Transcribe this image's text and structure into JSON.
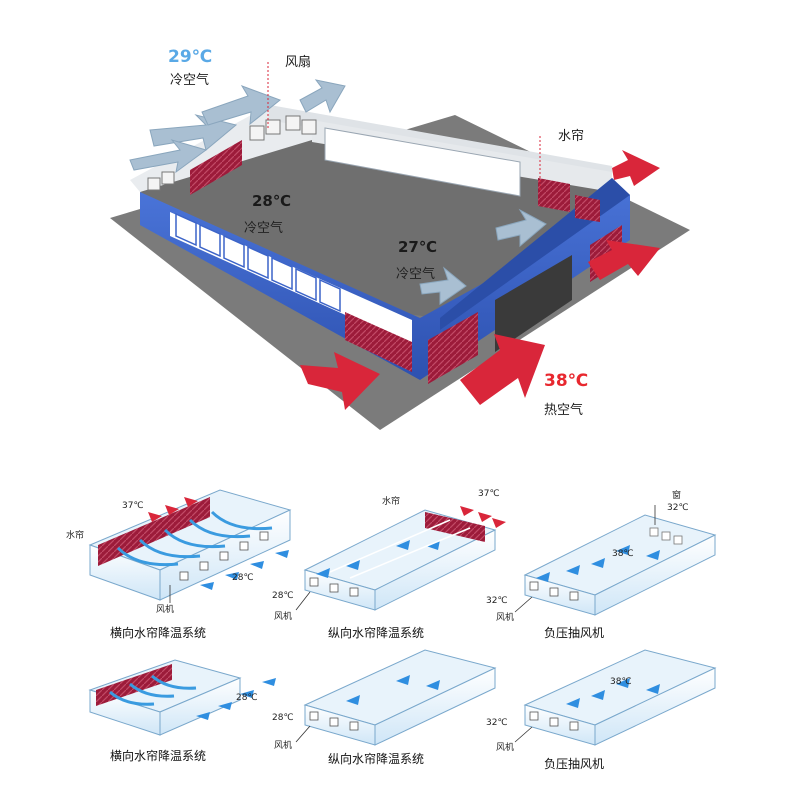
{
  "main_diagram": {
    "outside_cold": {
      "temp": "29℃",
      "label": "冷空气"
    },
    "fan_label": "风扇",
    "curtain_label": "水帘",
    "inside_left": {
      "temp": "28℃",
      "label": "冷空气"
    },
    "inside_right": {
      "temp": "27℃",
      "label": "冷空气"
    },
    "outside_hot": {
      "temp": "38℃",
      "label": "热空气"
    }
  },
  "systems": [
    {
      "caption": "横向水帘降温系统",
      "curtain": "水帘",
      "hot_temp": "37℃",
      "cold_temp": "28℃",
      "fan": "风机"
    },
    {
      "caption": "纵向水帘降温系统",
      "curtain": "水帘",
      "hot_temp": "37℃",
      "cold_temp": "28℃",
      "fan": "风机"
    },
    {
      "caption": "负压抽风机",
      "window": "窗",
      "window_temp": "32℃",
      "inside_temp": "38℃",
      "cold_temp": "32℃",
      "fan": "风机"
    },
    {
      "caption": "横向水帘降温系统",
      "cold_temp": "28℃"
    },
    {
      "caption": "纵向水帘降温系统",
      "cold_temp": "28℃",
      "fan": "风机"
    },
    {
      "caption": "负压抽风机",
      "inside_temp": "38℃",
      "cold_temp": "32℃",
      "fan": "风机"
    }
  ],
  "colors": {
    "wall_blue": "#3c64c8",
    "roof_gray": "#6e6e6e",
    "hot_arrow": "#d9263a",
    "cold_arrow": "#a9c0d4",
    "curtain": "#a01c3c"
  }
}
